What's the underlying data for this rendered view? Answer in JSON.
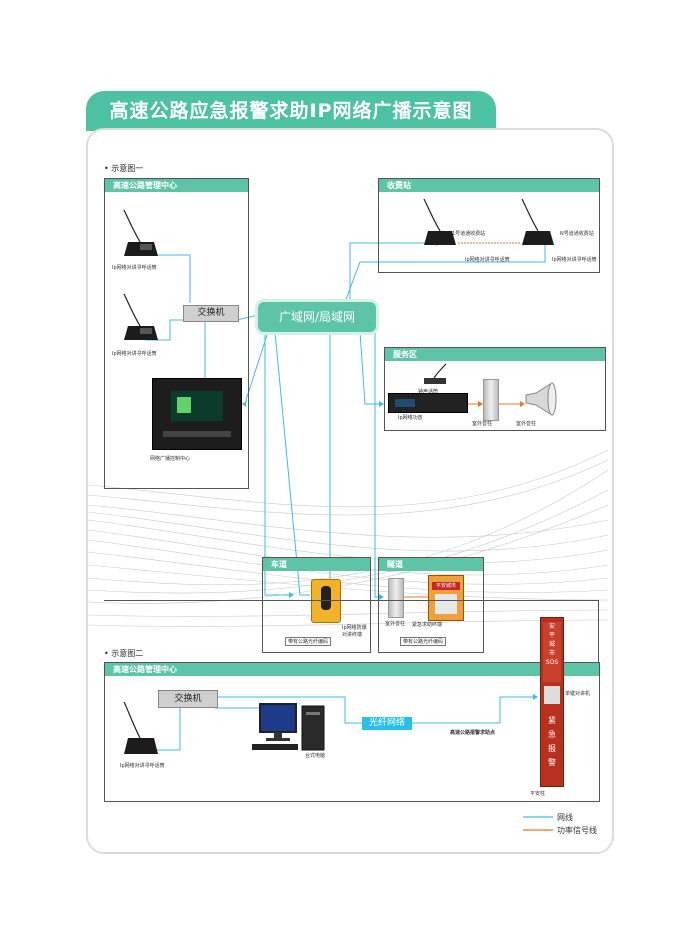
{
  "title": "高速公路应急报警求助IP网络广播示意图",
  "diagram1": {
    "caption": "• 示意图一",
    "mgmt": {
      "head": "高速公路管理中心",
      "mic1_label": "Ip网络对讲寻呼话筒",
      "mic2_label": "Ip网络对讲寻呼话筒",
      "switch": "交换机",
      "server_label": "网络广播控制中心"
    },
    "toll": {
      "head": "收费站",
      "station1": "1号道通收费站",
      "stationN": "N号道通收费站",
      "mic1_label": "Ip网络对讲寻呼话筒",
      "micN_label": "Ip网络对讲寻呼话筒"
    },
    "wan": "广域网/局域网",
    "service": {
      "head": "服务区",
      "mic_label": "钟声话筒",
      "amp_label": "Ip网络功放",
      "column_label": "室外音柱",
      "horn_label": "室外音柱"
    },
    "lane": {
      "head": "车道",
      "phone_label1": "Ip网络防爆",
      "phone_label2": "对讲终端",
      "plate": "带有公路光纤编码"
    },
    "tunnel": {
      "head": "隧道",
      "column_label": "室外音柱",
      "terminal_label": "紧急求助终端",
      "screen_text": "平安城市",
      "plate": "带有公路光纤编码"
    }
  },
  "diagram2": {
    "caption": "• 示意图二",
    "mgmt": {
      "head": "高速公路管理中心",
      "switch": "交换机",
      "mic_label": "Ip网络对讲寻呼话筒",
      "pc_label": "台式电脑"
    },
    "fiber": "光纤网络",
    "point_label": "高速公路报警求助点",
    "pillar": {
      "top_text_1": "安",
      "top_text_2": "平",
      "top_text_3": "城",
      "top_text_4": "市",
      "sos": "SOS",
      "text1": "紧",
      "text2": "急",
      "text3": "报",
      "text4": "警",
      "side_label": "单键对讲机",
      "bottom_label": "平安柱"
    }
  },
  "legend": {
    "network": "网线",
    "power": "功率信号线",
    "network_color": "#3fbde3",
    "power_color": "#e87722"
  }
}
